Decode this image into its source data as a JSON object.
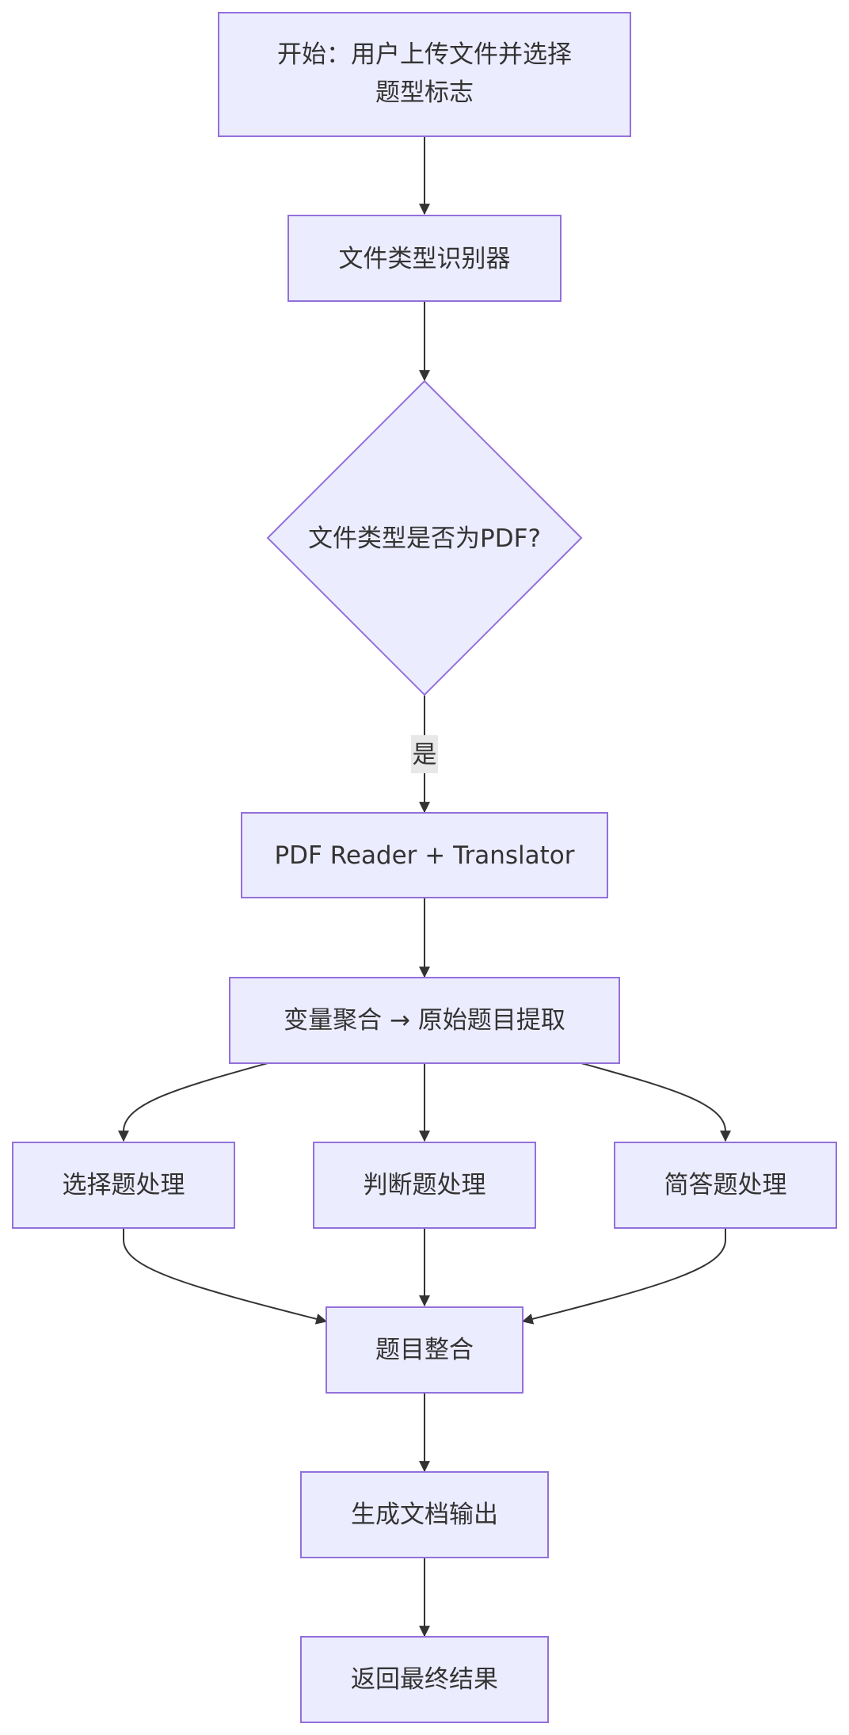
{
  "diagram": {
    "nodes": {
      "start": {
        "line1": "开始：用户上传文件并选择",
        "line2": "题型标志"
      },
      "detector": {
        "label": "文件类型识别器"
      },
      "decision": {
        "label": "文件类型是否为PDF?"
      },
      "pdf_reader": {
        "label": "PDF Reader + Translator"
      },
      "aggregate": {
        "label": "变量聚合 → 原始题目提取"
      },
      "choice": {
        "label": "选择题处理"
      },
      "judge": {
        "label": "判断题处理"
      },
      "short_answer": {
        "label": "简答题处理"
      },
      "integrate": {
        "label": "题目整合"
      },
      "generate": {
        "label": "生成文档输出"
      },
      "return": {
        "label": "返回最终结果"
      }
    },
    "edge_labels": {
      "decision_yes": "是"
    }
  }
}
